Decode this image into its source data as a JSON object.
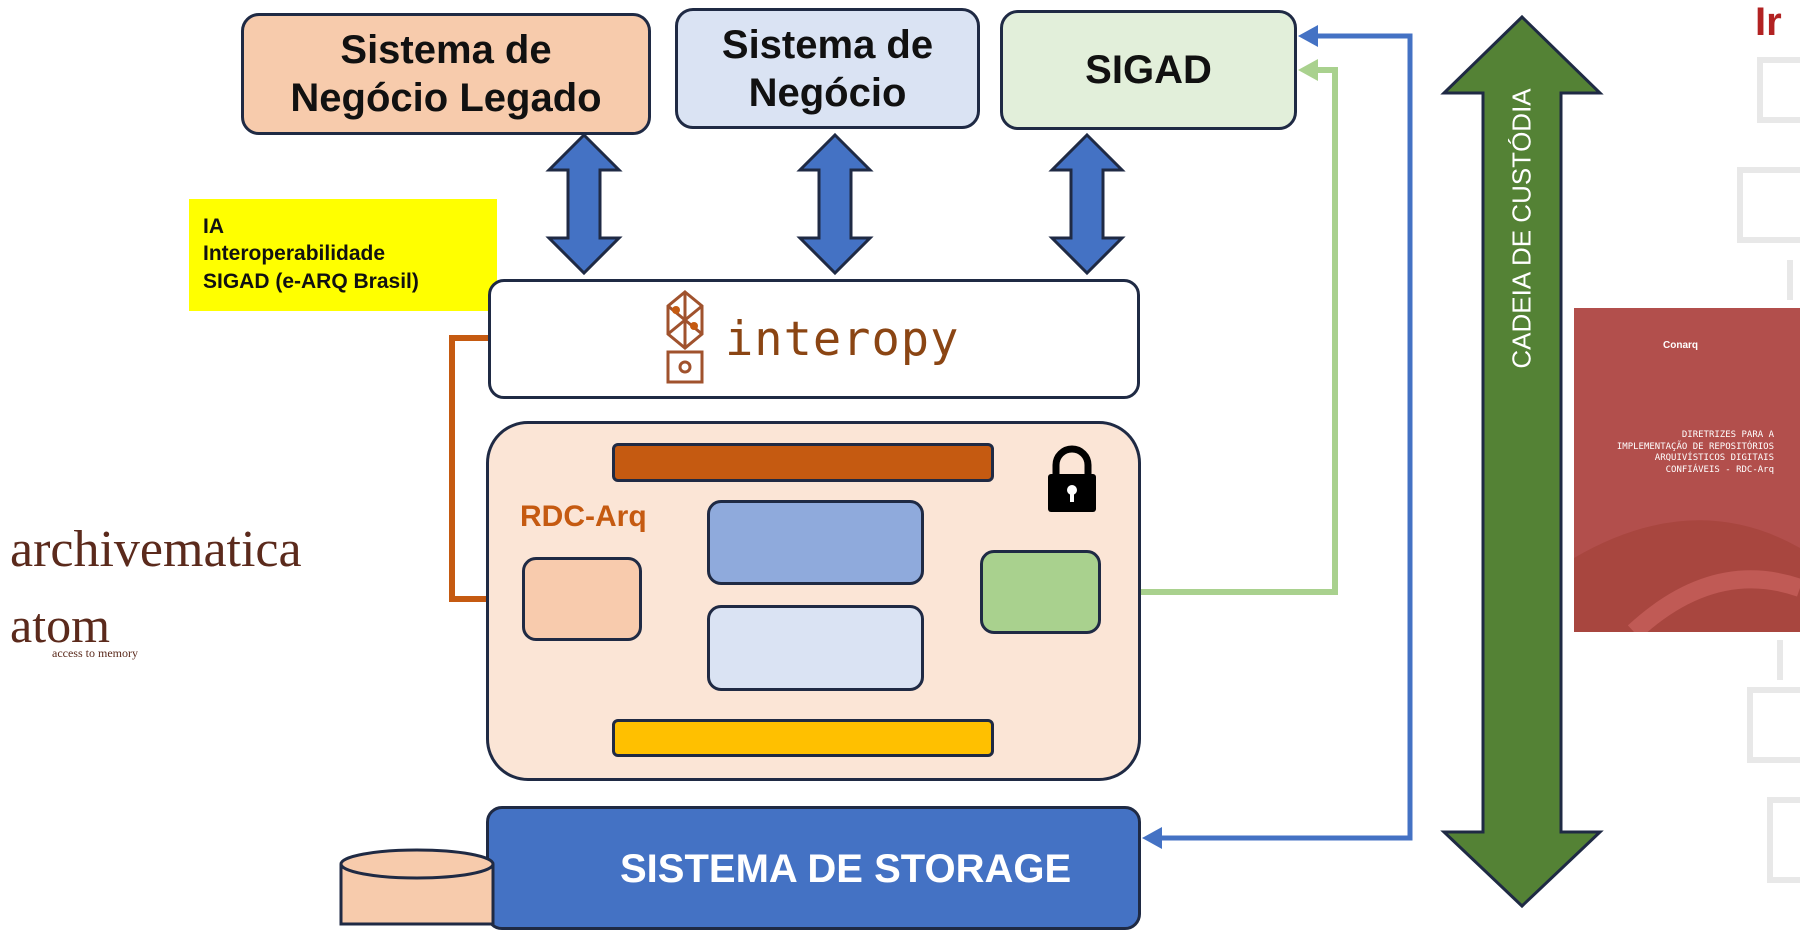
{
  "boxes": {
    "legado": {
      "line1": "Sistema de",
      "line2": "Negócio Legado"
    },
    "negocio": {
      "line1": "Sistema de",
      "line2": "Negócio"
    },
    "sigad": {
      "line1": "SIGAD"
    }
  },
  "ia_note": {
    "line1": "IA",
    "line2": "Interoperabilidade",
    "line3": "SIGAD (e-ARQ Brasil)"
  },
  "interopy": {
    "logo_text": "interopy"
  },
  "rdc": {
    "label": "RDC-Arq"
  },
  "storage": {
    "label": "SISTEMA DE STORAGE"
  },
  "custodia": {
    "label": "CADEIA DE CUSTÓDIA"
  },
  "logos": {
    "archivematica": "archivematica",
    "atom": "atom",
    "atom_tagline": "access to memory"
  },
  "cover": {
    "brand": "Conarq",
    "title": "DIRETRIZES PARA A\nIMPLEMENTAÇÃO DE REPOSITÓRIOS\nARQUIVÍSTICOS DIGITAIS\nCONFIÁVEIS - RDC-Arq"
  },
  "top_right_mark": "Ir",
  "icons": [
    "lock-icon",
    "database-icon",
    "interopy-logo-icon"
  ],
  "colors": {
    "legado": "#f7cbac",
    "negocio": "#dae3f3",
    "sigad": "#e2efda",
    "ia_note": "#ffff00",
    "rdc_bg": "#fbe5d6",
    "rdc_label": "#c55a11",
    "storage": "#4472c4",
    "custodia_arrow": "#548235",
    "connector_blue": "#4472c4",
    "connector_green": "#a9d18e",
    "connector_orange": "#c55a11"
  }
}
